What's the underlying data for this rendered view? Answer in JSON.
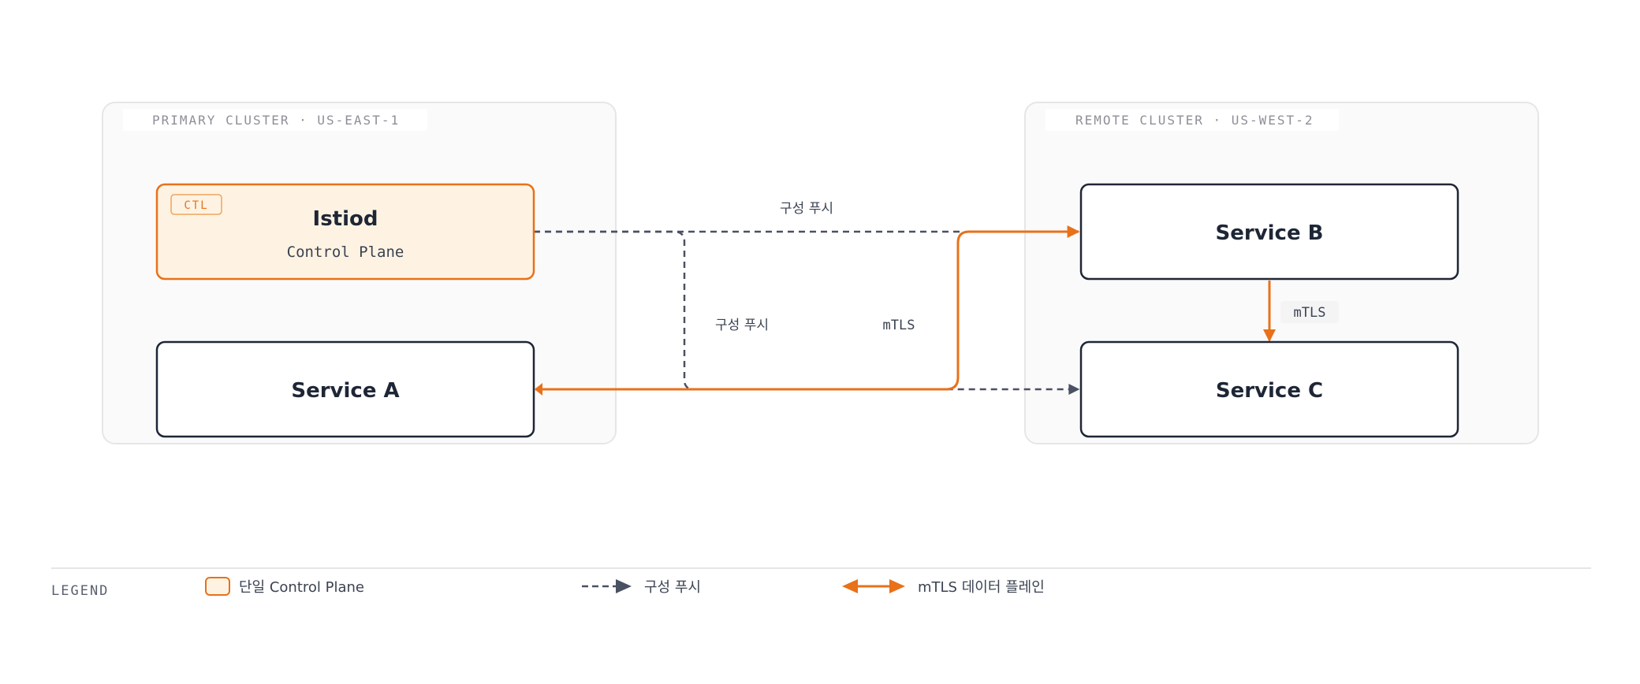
{
  "clusters": {
    "primary": {
      "label": "PRIMARY CLUSTER · US-EAST-1"
    },
    "remote": {
      "label": "REMOTE CLUSTER · US-WEST-2"
    }
  },
  "nodes": {
    "istiod": {
      "badge": "CTL",
      "title": "Istiod",
      "subtitle": "Control Plane"
    },
    "service_a": {
      "title": "Service A"
    },
    "service_b": {
      "title": "Service B"
    },
    "service_c": {
      "title": "Service C"
    }
  },
  "edges": {
    "config_push_top": "구성 푸시",
    "config_push_down": "구성 푸시",
    "mtls_a_b": "mTLS",
    "mtls_b_c": "mTLS"
  },
  "legend": {
    "title": "LEGEND",
    "control_plane": "단일 Control Plane",
    "config_push": "구성 푸시",
    "mtls_data_plane": "mTLS 데이터 플레인"
  },
  "colors": {
    "accent": "#e8711a",
    "accent_fill": "#fef3e2",
    "node_stroke": "#1e2636",
    "dashed": "#4a5163",
    "cluster_fill": "#fafafa",
    "cluster_stroke": "#e6e6e6",
    "muted_text": "#8e8e97"
  }
}
